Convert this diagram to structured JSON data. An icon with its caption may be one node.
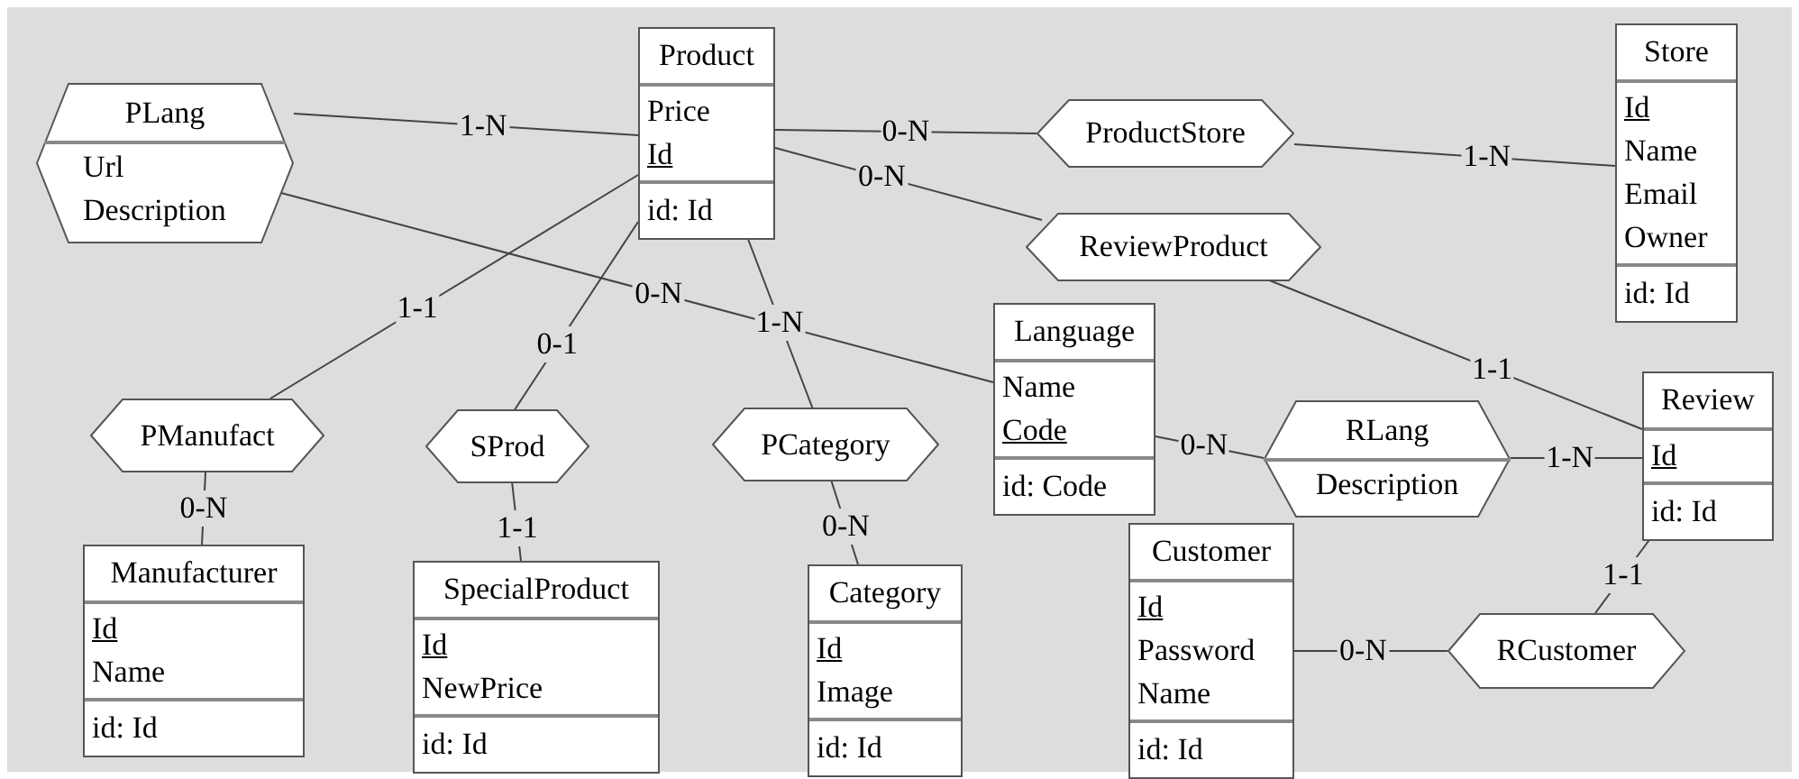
{
  "diagram": {
    "nodes": [
      {
        "text": [
          "Product",
          "Price",
          "Id",
          "id: Id"
        ]
      },
      {
        "text": [
          "PLang",
          "Url",
          "Description"
        ]
      },
      {
        "text": [
          "ProductStore"
        ]
      },
      {
        "text": [
          "Store",
          "Id",
          "Name",
          "Email",
          "Owner",
          "id: Id"
        ]
      },
      {
        "text": [
          "ReviewProduct"
        ]
      },
      {
        "text": [
          "Language",
          "Name",
          "Code",
          "id: Code"
        ]
      },
      {
        "text": [
          "Review",
          "Id",
          "id: Id"
        ]
      },
      {
        "text": [
          "PManufact"
        ]
      },
      {
        "text": [
          "SProd"
        ]
      },
      {
        "text": [
          "PCategory"
        ]
      },
      {
        "text": [
          "RLang",
          "Description"
        ]
      },
      {
        "text": [
          "Manufacturer",
          "Id",
          "Name",
          "id: Id"
        ]
      },
      {
        "text": [
          "SpecialProduct",
          "Id",
          "NewPrice",
          "id: Id"
        ]
      },
      {
        "text": [
          "Category",
          "Id",
          "Image",
          "id: Id"
        ]
      },
      {
        "text": [
          "Customer",
          "Id",
          "Password",
          "Name",
          "id: Id"
        ]
      },
      {
        "text": [
          "RCustomer"
        ]
      }
    ],
    "edges": [
      {
        "from": 1,
        "to": 0,
        "arrow": "none",
        "label": "1-N"
      },
      {
        "from": 0,
        "to": 2,
        "arrow": "none",
        "label": "0-N"
      },
      {
        "from": 2,
        "to": 3,
        "arrow": "none",
        "label": "1-N"
      },
      {
        "from": 0,
        "to": 4,
        "arrow": "none",
        "label": "0-N"
      },
      {
        "from": 4,
        "to": 6,
        "arrow": "none",
        "label": "1-1"
      },
      {
        "from": 0,
        "to": 7,
        "arrow": "none",
        "label": "1-1"
      },
      {
        "from": 7,
        "to": 11,
        "arrow": "none",
        "label": "0-N"
      },
      {
        "from": 0,
        "to": 8,
        "arrow": "none",
        "label": "0-1"
      },
      {
        "from": 8,
        "to": 12,
        "arrow": "none",
        "label": "1-1"
      },
      {
        "from": 0,
        "to": 9,
        "arrow": "none",
        "label": "1-N"
      },
      {
        "from": 9,
        "to": 13,
        "arrow": "none",
        "label": "0-N"
      },
      {
        "from": 1,
        "to": 5,
        "arrow": "none",
        "label": "0-N"
      },
      {
        "from": 5,
        "to": 10,
        "arrow": "none",
        "label": "0-N"
      },
      {
        "from": 10,
        "to": 6,
        "arrow": "none",
        "label": "1-N"
      },
      {
        "from": 6,
        "to": 15,
        "arrow": "none",
        "label": "1-1"
      },
      {
        "from": 14,
        "to": 15,
        "arrow": "none",
        "label": "0-N"
      }
    ]
  }
}
